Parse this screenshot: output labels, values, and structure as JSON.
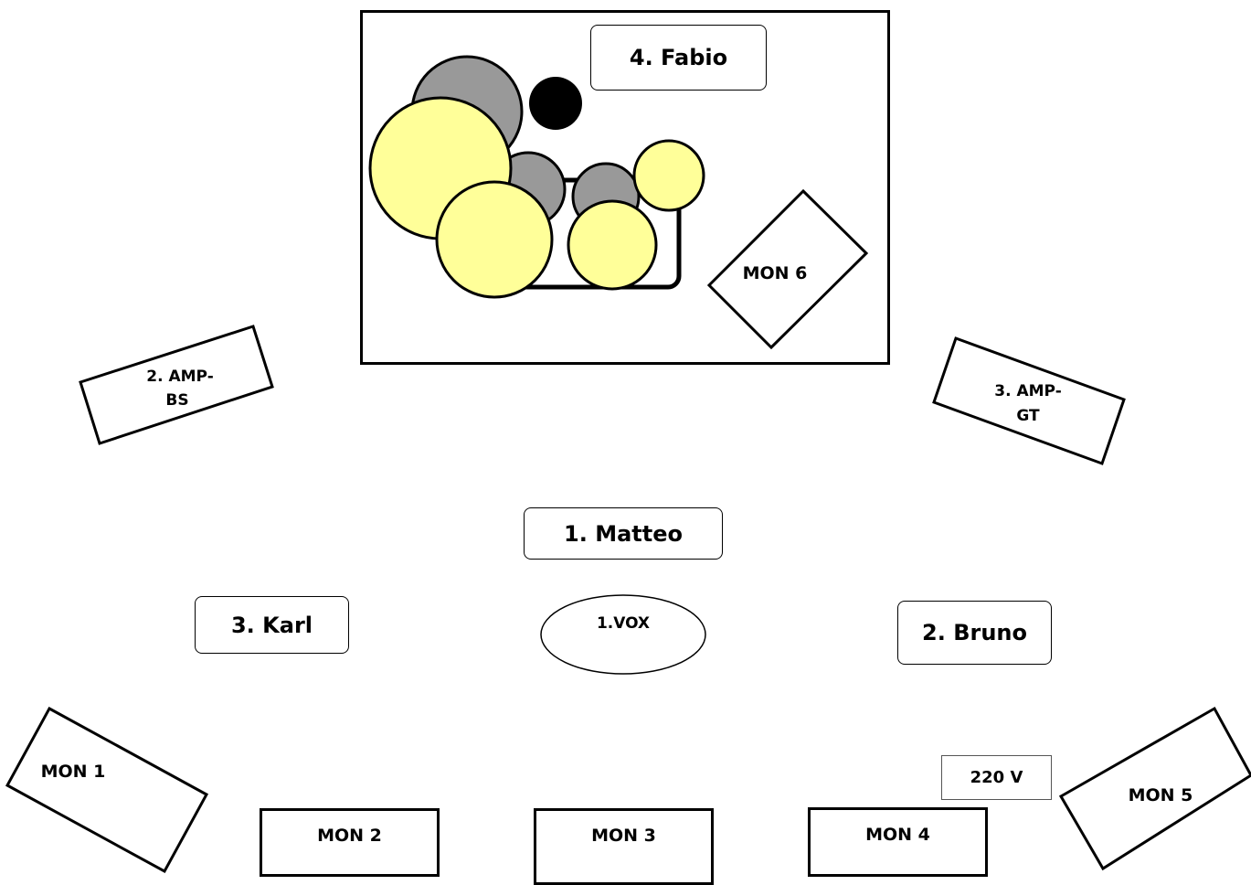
{
  "drummer": "4. Fabio",
  "singer": "1. Matteo",
  "bass_player": "3. Karl",
  "guitar_player": "2. Bruno",
  "vox_mic": "1.VOX",
  "power": "220 V",
  "amps": {
    "bass": [
      "2. AMP-",
      "BS"
    ],
    "guitar": [
      "3. AMP-",
      "GT"
    ]
  },
  "monitors": {
    "mon1": "MON 1",
    "mon2": "MON 2",
    "mon3": "MON 3",
    "mon4": "MON 4",
    "mon5": "MON 5",
    "mon6": "MON 6"
  },
  "colors": {
    "cymbal": "#ffff99",
    "drum_shell": "#999999",
    "outline": "#000000"
  }
}
